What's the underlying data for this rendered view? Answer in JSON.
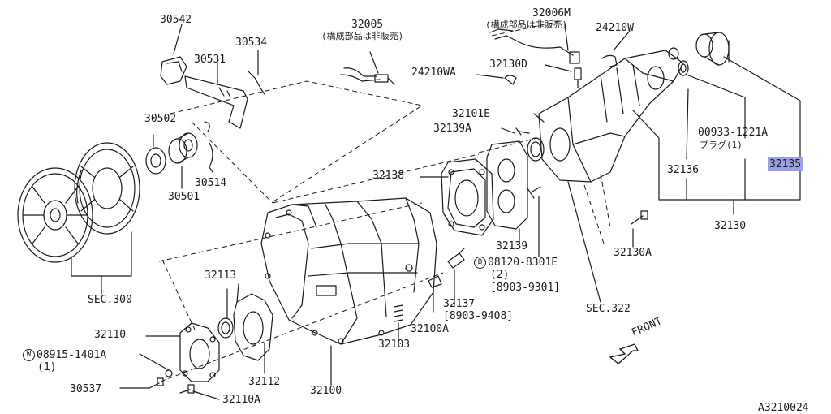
{
  "diagram": {
    "reference_code": "A3210024",
    "front_marker": "FRONT",
    "highlight_color": "#9aa0e8",
    "labels": {
      "p30542": "30542",
      "p30534": "30534",
      "p30531": "30531",
      "p30502": "30502",
      "p30501": "30501",
      "p30514": "30514",
      "p32005": "32005",
      "p32005_note": "(構成部品は非販売)",
      "p32006m": "32006M",
      "p32006m_note": "(構成部品は非販売)",
      "p24210w": "24210W",
      "p32130d": "32130D",
      "p24210wa": "24210WA",
      "p32101e": "32101E",
      "p32139a": "32139A",
      "p00933": "00933-1221A",
      "p00933_note": "プラグ(1)",
      "p32136": "32136",
      "p32135": "32135",
      "p32130": "32130",
      "p32138": "32138",
      "p32139": "32139",
      "p32130a": "32130A",
      "p08120": "08120-8301E",
      "p08120_b": "B",
      "p08120_qty": "(2)",
      "p08120_date": "[8903-9301]",
      "p32137": "32137",
      "p32137_date": "[8903-9408]",
      "sec322": "SEC.322",
      "sec300": "SEC.300",
      "p32113": "32113",
      "p32110": "32110",
      "p08915": "08915-1401A",
      "p08915_w": "W",
      "p08915_qty": "(1)",
      "p30537": "30537",
      "p32110a": "32110A",
      "p32112": "32112",
      "p32100": "32100",
      "p32103": "32103",
      "p32100a": "32100A"
    }
  }
}
